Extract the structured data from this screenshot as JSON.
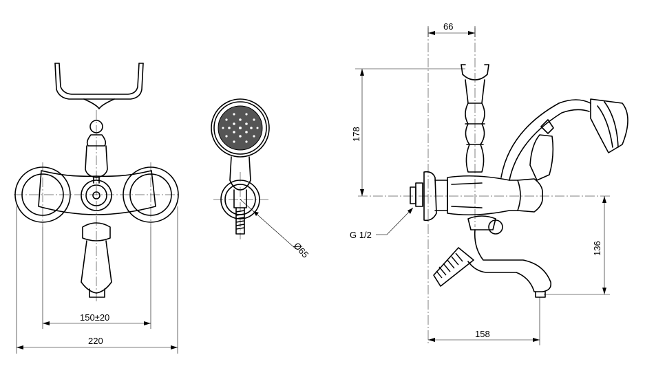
{
  "dimensions": {
    "width_total": "220",
    "center_distance": "150±20",
    "shower_diameter": "Ø65",
    "offset_top": "66",
    "height_upper": "178",
    "height_lower": "136",
    "projection": "158",
    "thread": "G 1/2"
  }
}
